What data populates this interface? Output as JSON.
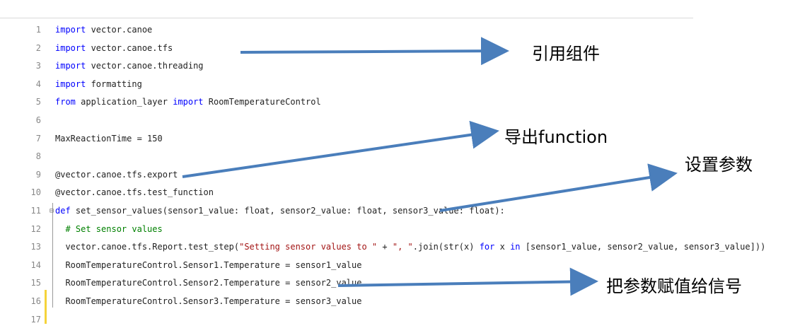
{
  "code_lines": [
    {
      "n": "1",
      "parts": [
        {
          "t": "import",
          "c": "kw"
        },
        {
          "t": " vector.canoe",
          "c": ""
        }
      ]
    },
    {
      "n": "2",
      "parts": [
        {
          "t": "import",
          "c": "kw"
        },
        {
          "t": " vector.canoe.tfs",
          "c": ""
        }
      ]
    },
    {
      "n": "3",
      "parts": [
        {
          "t": "import",
          "c": "kw"
        },
        {
          "t": " vector.canoe.threading",
          "c": ""
        }
      ]
    },
    {
      "n": "4",
      "parts": [
        {
          "t": "import",
          "c": "kw"
        },
        {
          "t": " formatting",
          "c": ""
        }
      ]
    },
    {
      "n": "5",
      "parts": [
        {
          "t": "from",
          "c": "kw"
        },
        {
          "t": " application_layer ",
          "c": ""
        },
        {
          "t": "import",
          "c": "kw"
        },
        {
          "t": " RoomTemperatureControl",
          "c": ""
        }
      ]
    },
    {
      "n": "6",
      "parts": []
    },
    {
      "n": "7",
      "parts": [
        {
          "t": "MaxReactionTime = 150",
          "c": ""
        }
      ]
    },
    {
      "n": "8",
      "parts": []
    },
    {
      "n": "9",
      "parts": [
        {
          "t": "@vector.canoe.tfs.export",
          "c": ""
        }
      ]
    },
    {
      "n": "10",
      "parts": [
        {
          "t": "@vector.canoe.tfs.test_function",
          "c": ""
        }
      ]
    },
    {
      "n": "11",
      "fold": "⊟",
      "parts": [
        {
          "t": "def",
          "c": "kw"
        },
        {
          "t": " set_sensor_values(sensor1_value: float, sensor2_value: float, sensor3_value: float):",
          "c": ""
        }
      ]
    },
    {
      "n": "12",
      "parts": [
        {
          "t": "  # Set sensor values",
          "c": "cm"
        }
      ]
    },
    {
      "n": "13",
      "parts": [
        {
          "t": "  vector.canoe.tfs.Report.test_step(",
          "c": ""
        },
        {
          "t": "\"Setting sensor values to \"",
          "c": "str"
        },
        {
          "t": " + ",
          "c": ""
        },
        {
          "t": "\", \"",
          "c": "str"
        },
        {
          "t": ".join(str(x) ",
          "c": ""
        },
        {
          "t": "for",
          "c": "kw"
        },
        {
          "t": " x ",
          "c": ""
        },
        {
          "t": "in",
          "c": "kw"
        },
        {
          "t": " [sensor1_value, sensor2_value, sensor3_value]))",
          "c": ""
        }
      ]
    },
    {
      "n": "14",
      "parts": [
        {
          "t": "  RoomTemperatureControl.Sensor1.Temperature = sensor1_value",
          "c": ""
        }
      ]
    },
    {
      "n": "15",
      "parts": [
        {
          "t": "  RoomTemperatureControl.Sensor2.Temperature = sensor2_value",
          "c": ""
        }
      ]
    },
    {
      "n": "16",
      "parts": [
        {
          "t": "  RoomTemperatureControl.Sensor3.Temperature = sensor3_value",
          "c": ""
        }
      ]
    },
    {
      "n": "17",
      "parts": []
    }
  ],
  "annotations": {
    "imports": "引用组件",
    "export": "导出function",
    "params": "设置参数",
    "assign": "把参数赋值给信号"
  },
  "colors": {
    "arrow": "#4a7ebb",
    "keyword": "#0000ff",
    "string": "#a31515",
    "comment": "#008000",
    "change_bar": "#f5d33a"
  }
}
